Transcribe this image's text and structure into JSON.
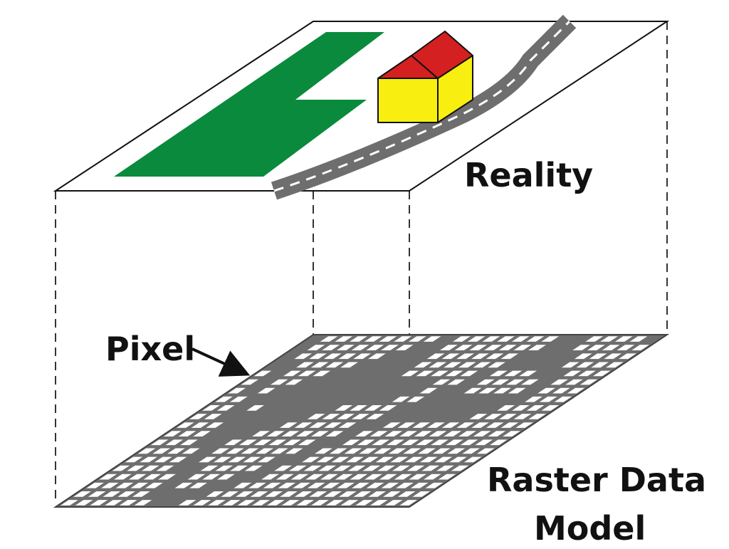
{
  "labels": {
    "reality": "Reality",
    "pixel": "Pixel",
    "raster_line1": "Raster Data",
    "raster_line2": "Model"
  },
  "colors": {
    "forest": "#0a8a3c",
    "roof": "#d42020",
    "wall": "#f8ee10",
    "road": "#6e6e6e",
    "road_dash": "#ffffff",
    "grid_cell": "#ffffff",
    "grid_filled": "#6e6e6e",
    "outline": "#111111"
  },
  "raster": {
    "rows": 20,
    "cols": 24,
    "filled_cells": [
      [
        0,
        0
      ],
      [
        0,
        9
      ],
      [
        0,
        17
      ],
      [
        0,
        18
      ],
      [
        0,
        23
      ],
      [
        1,
        0
      ],
      [
        1,
        8
      ],
      [
        1,
        9
      ],
      [
        1,
        17
      ],
      [
        1,
        18
      ],
      [
        2,
        0
      ],
      [
        2,
        7
      ],
      [
        2,
        8
      ],
      [
        2,
        9
      ],
      [
        2,
        16
      ],
      [
        2,
        17
      ],
      [
        2,
        18
      ],
      [
        2,
        19
      ],
      [
        3,
        0
      ],
      [
        3,
        1
      ],
      [
        3,
        6
      ],
      [
        3,
        7
      ],
      [
        3,
        8
      ],
      [
        3,
        9
      ],
      [
        3,
        16
      ],
      [
        3,
        17
      ],
      [
        3,
        18
      ],
      [
        3,
        19
      ],
      [
        4,
        1
      ],
      [
        4,
        5
      ],
      [
        4,
        6
      ],
      [
        4,
        7
      ],
      [
        4,
        8
      ],
      [
        4,
        9
      ],
      [
        4,
        15
      ],
      [
        4,
        19
      ],
      [
        4,
        20
      ],
      [
        5,
        1
      ],
      [
        5,
        4
      ],
      [
        5,
        5
      ],
      [
        5,
        6
      ],
      [
        5,
        7
      ],
      [
        5,
        8
      ],
      [
        5,
        9
      ],
      [
        5,
        10
      ],
      [
        5,
        11
      ],
      [
        5,
        12
      ],
      [
        5,
        15
      ],
      [
        5,
        20
      ],
      [
        6,
        1
      ],
      [
        6,
        3
      ],
      [
        6,
        4
      ],
      [
        6,
        5
      ],
      [
        6,
        6
      ],
      [
        6,
        7
      ],
      [
        6,
        8
      ],
      [
        6,
        9
      ],
      [
        6,
        10
      ],
      [
        6,
        11
      ],
      [
        6,
        12
      ],
      [
        6,
        14
      ],
      [
        6,
        15
      ],
      [
        6,
        20
      ],
      [
        7,
        2
      ],
      [
        7,
        3
      ],
      [
        7,
        4
      ],
      [
        7,
        5
      ],
      [
        7,
        6
      ],
      [
        7,
        7
      ],
      [
        7,
        8
      ],
      [
        7,
        9
      ],
      [
        7,
        10
      ],
      [
        7,
        11
      ],
      [
        7,
        14
      ],
      [
        7,
        15
      ],
      [
        7,
        16
      ],
      [
        7,
        17
      ],
      [
        7,
        18
      ],
      [
        7,
        19
      ],
      [
        7,
        20
      ],
      [
        8,
        2
      ],
      [
        8,
        4
      ],
      [
        8,
        5
      ],
      [
        8,
        6
      ],
      [
        8,
        7
      ],
      [
        8,
        8
      ],
      [
        8,
        13
      ],
      [
        8,
        14
      ],
      [
        8,
        15
      ],
      [
        8,
        16
      ],
      [
        8,
        17
      ],
      [
        8,
        18
      ],
      [
        8,
        19
      ],
      [
        9,
        2
      ],
      [
        9,
        3
      ],
      [
        9,
        4
      ],
      [
        9,
        5
      ],
      [
        9,
        6
      ],
      [
        9,
        7
      ],
      [
        9,
        13
      ],
      [
        9,
        14
      ],
      [
        9,
        15
      ],
      [
        9,
        16
      ],
      [
        9,
        17
      ],
      [
        9,
        18
      ],
      [
        10,
        3
      ],
      [
        10,
        4
      ],
      [
        10,
        5
      ],
      [
        10,
        6
      ],
      [
        10,
        12
      ],
      [
        10,
        13
      ],
      [
        11,
        3
      ],
      [
        11,
        4
      ],
      [
        11,
        5
      ],
      [
        11,
        12
      ],
      [
        12,
        3
      ],
      [
        12,
        4
      ],
      [
        12,
        11
      ],
      [
        12,
        12
      ],
      [
        13,
        4
      ],
      [
        13,
        11
      ],
      [
        14,
        4
      ],
      [
        14,
        10
      ],
      [
        14,
        11
      ],
      [
        15,
        4
      ],
      [
        15,
        5
      ],
      [
        15,
        10
      ],
      [
        16,
        5
      ],
      [
        16,
        9
      ],
      [
        16,
        10
      ],
      [
        17,
        5
      ],
      [
        17,
        8
      ],
      [
        17,
        9
      ],
      [
        18,
        5
      ],
      [
        18,
        6
      ],
      [
        18,
        7
      ],
      [
        18,
        8
      ],
      [
        19,
        6
      ],
      [
        19,
        7
      ]
    ]
  }
}
